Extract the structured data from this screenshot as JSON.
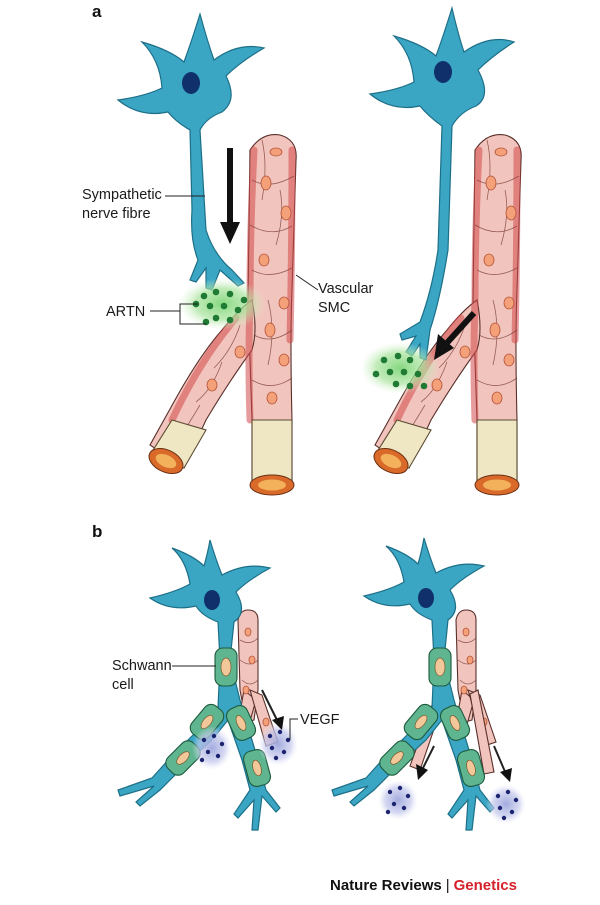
{
  "panels": {
    "a": {
      "letter": "a"
    },
    "b": {
      "letter": "b"
    }
  },
  "labels": {
    "sympathetic_line1": "Sympathetic",
    "sympathetic_line2": "nerve fibre",
    "artn": "ARTN",
    "vascular_line1": "Vascular",
    "vascular_line2": "SMC",
    "schwann_line1": "Schwann",
    "schwann_line2": "cell",
    "vegf": "VEGF"
  },
  "footer": {
    "journal": "Nature Reviews",
    "separator": "|",
    "section": "Genetics"
  },
  "colors": {
    "neuron": "#3aa6c4",
    "nucleus": "#10306b",
    "vessel": "#f1c5bd",
    "smc_nucleus": "#f4a078",
    "artn_glow": "#7fd67a",
    "artn_dot": "#1f7a33",
    "schwann": "#5fb58f",
    "vegf_glow": "#b9bfe6",
    "vegf_dot": "#1c2470",
    "brand_red": "#d6202a"
  }
}
